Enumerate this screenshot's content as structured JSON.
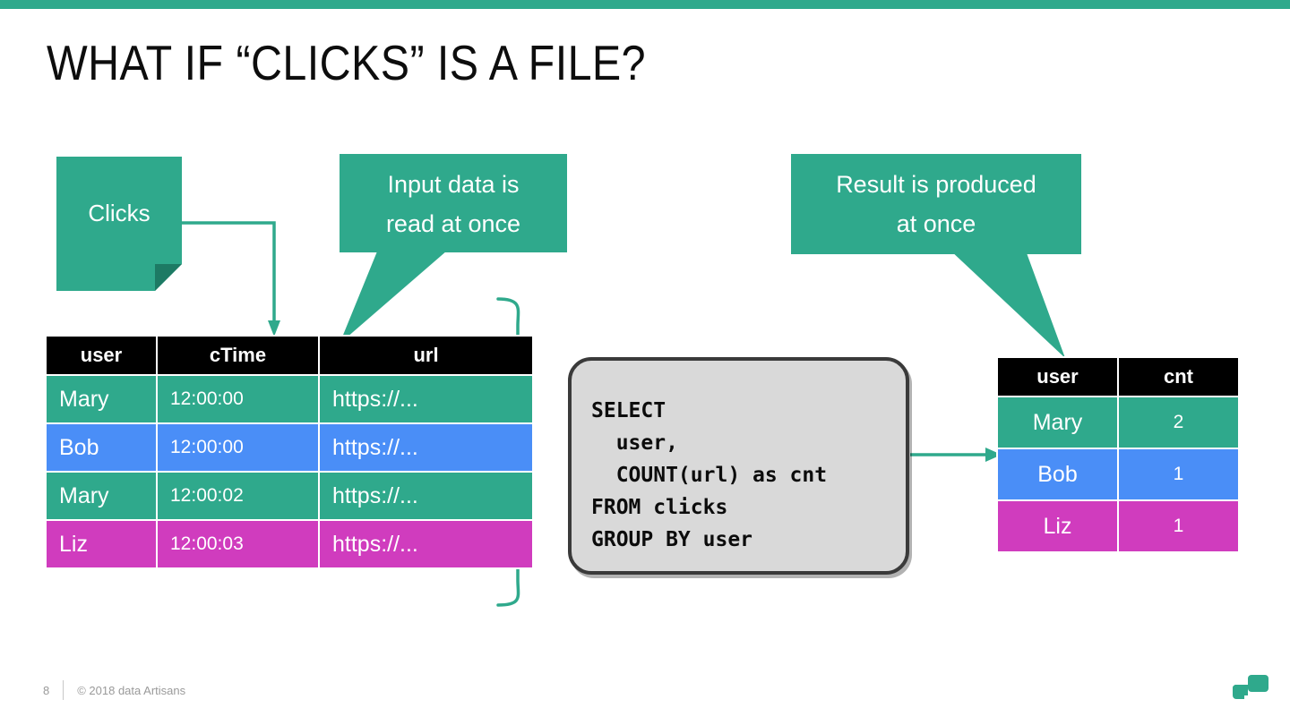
{
  "theme": {
    "accent_green": "#2FA98C",
    "row_blue": "#4A8EF7",
    "row_pink": "#D03CBE",
    "header_black": "#000000",
    "sql_box_fill": "#d9d9d9"
  },
  "slide": {
    "title": "WHAT IF “CLICKS” IS A FILE?"
  },
  "source_file": {
    "label": "Clicks"
  },
  "callouts": {
    "input": {
      "line1": "Input data is",
      "line2": "read at once"
    },
    "result": {
      "line1": "Result is produced",
      "line2": "at once"
    }
  },
  "input_table": {
    "headers": [
      "user",
      "cTime",
      "url"
    ],
    "rows": [
      {
        "user": "Mary",
        "cTime": "12:00:00",
        "url": "https://...",
        "color": "green"
      },
      {
        "user": "Bob",
        "cTime": "12:00:00",
        "url": "https://...",
        "color": "blue"
      },
      {
        "user": "Mary",
        "cTime": "12:00:02",
        "url": "https://...",
        "color": "green"
      },
      {
        "user": "Liz",
        "cTime": "12:00:03",
        "url": "https://...",
        "color": "pink"
      }
    ]
  },
  "query": {
    "sql": "SELECT\n  user,\n  COUNT(url) as cnt\nFROM clicks\nGROUP BY user"
  },
  "result_table": {
    "headers": [
      "user",
      "cnt"
    ],
    "rows": [
      {
        "user": "Mary",
        "cnt": "2",
        "color": "green"
      },
      {
        "user": "Bob",
        "cnt": "1",
        "color": "blue"
      },
      {
        "user": "Liz",
        "cnt": "1",
        "color": "pink"
      }
    ]
  },
  "footer": {
    "page_number": "8",
    "copyright": "© 2018 data Artisans"
  }
}
